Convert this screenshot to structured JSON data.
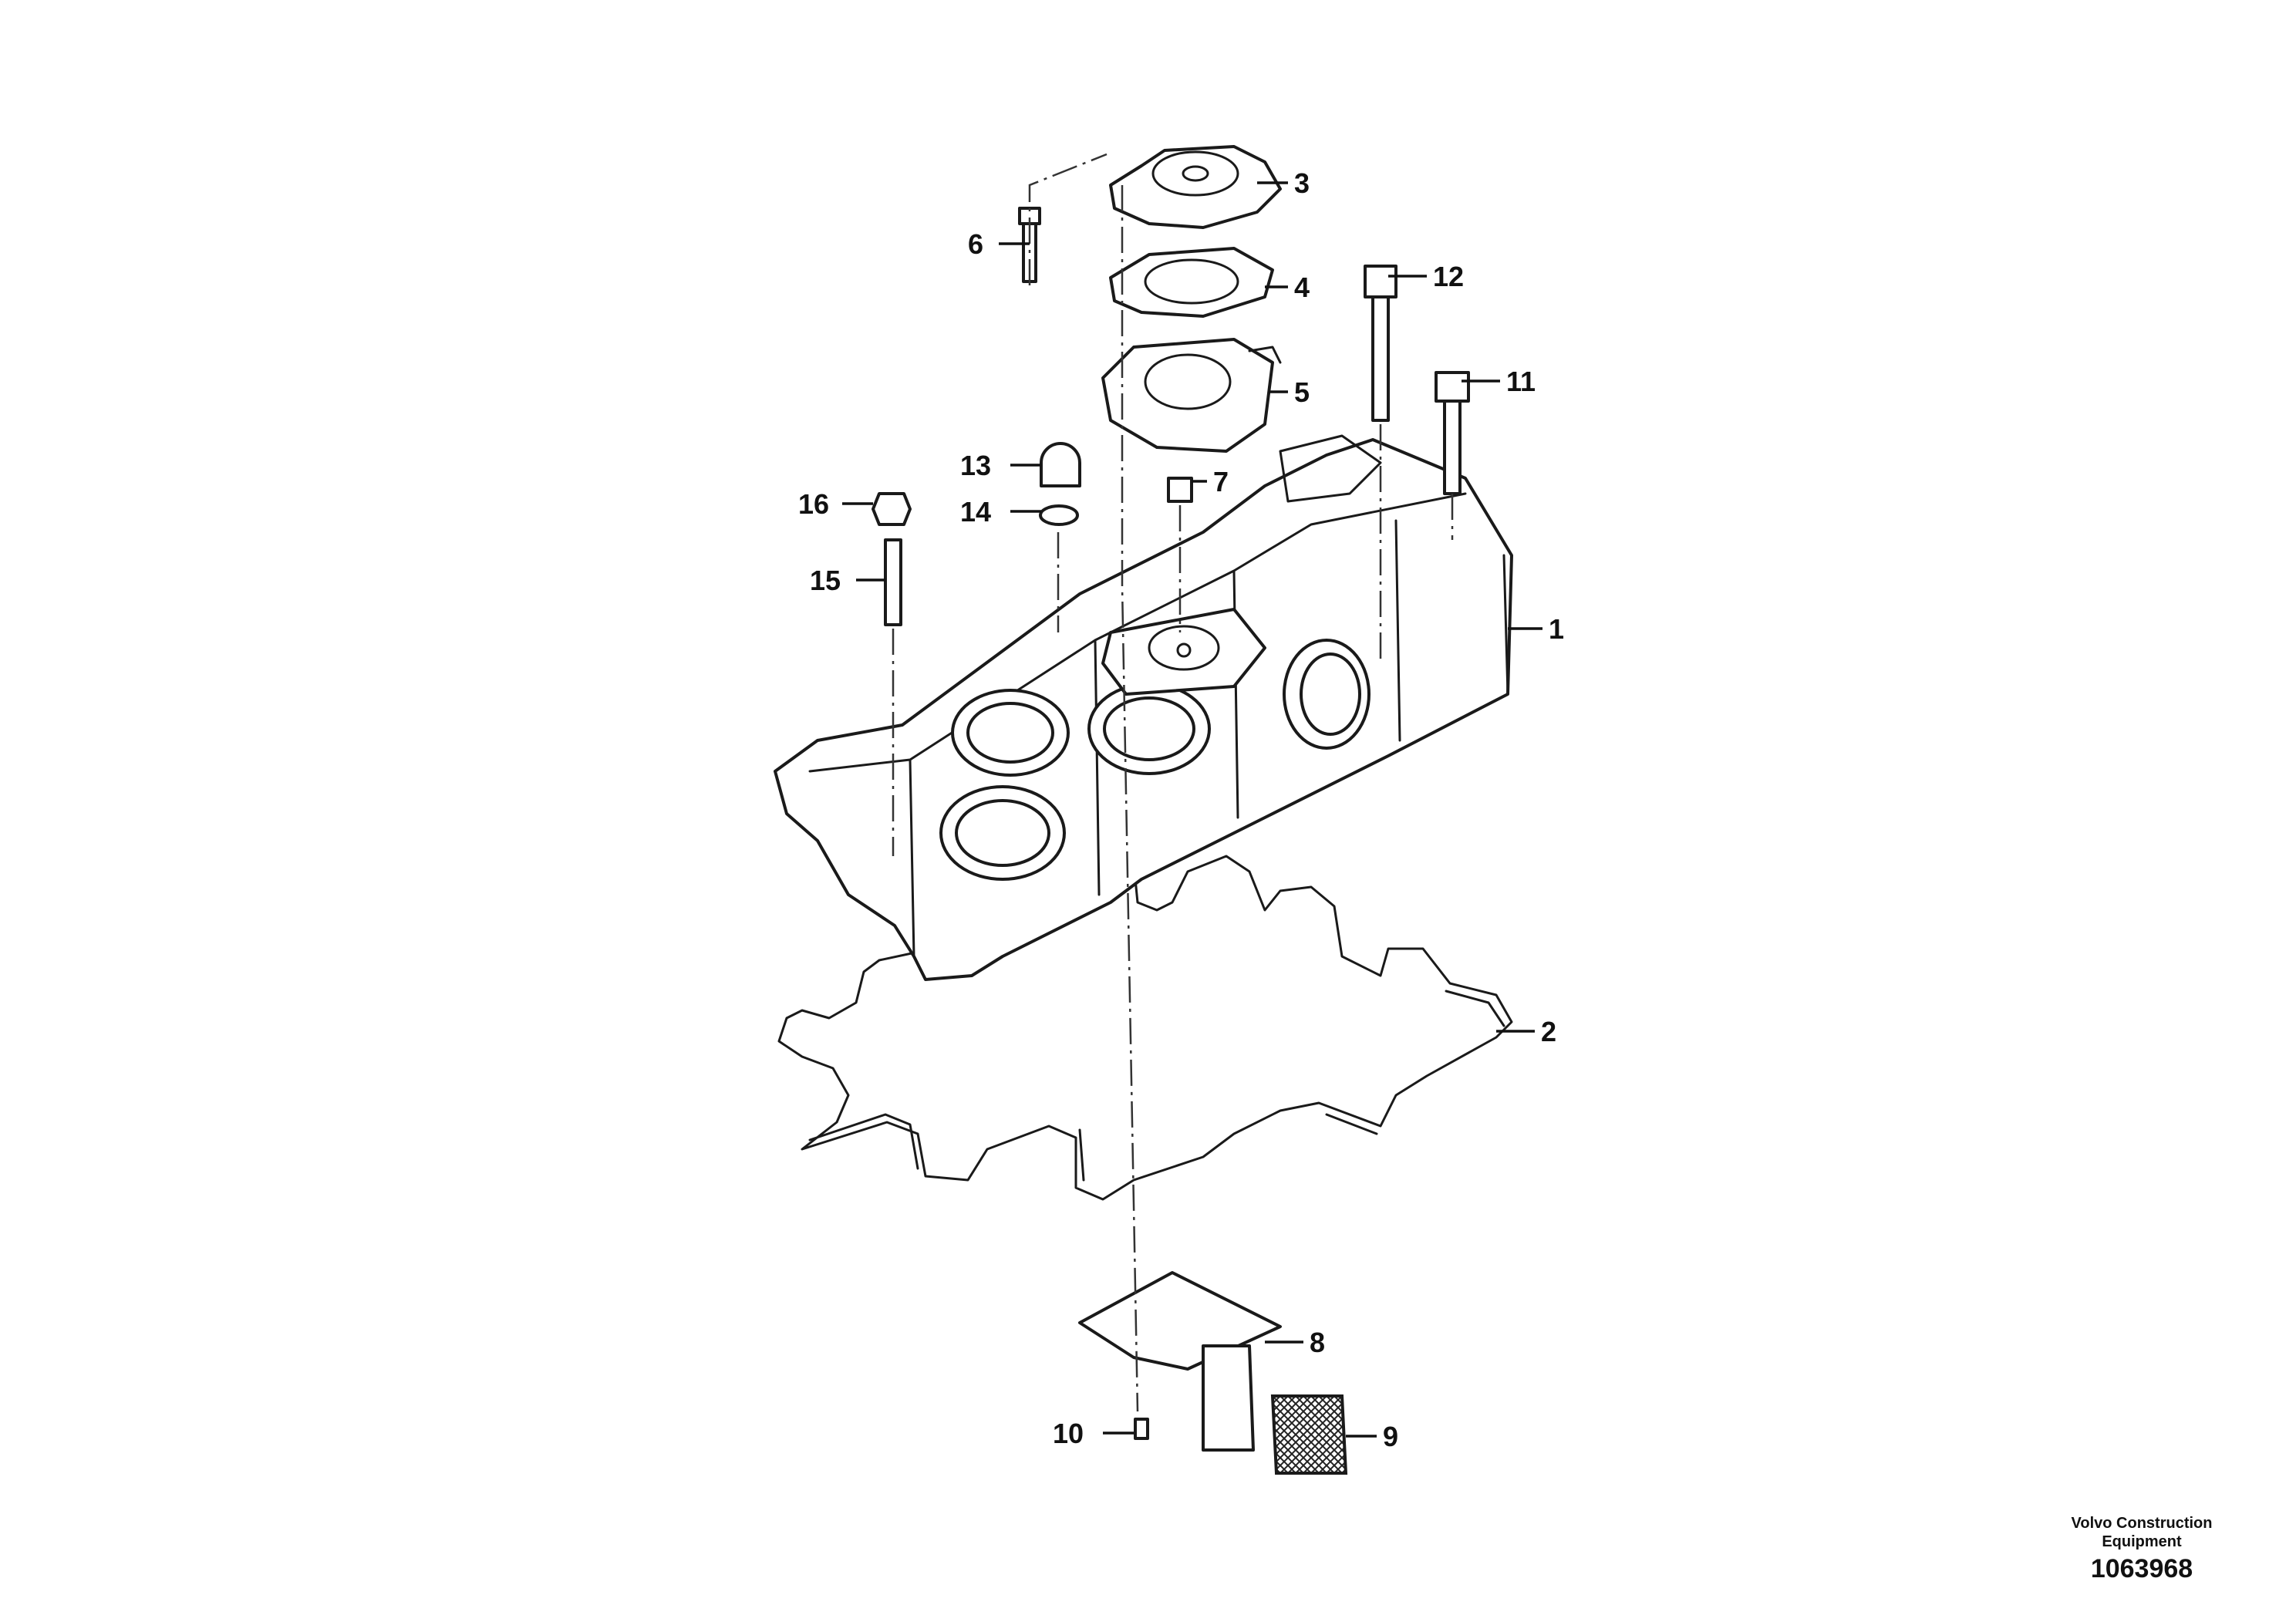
{
  "callouts": [
    {
      "id": "1",
      "label": "1"
    },
    {
      "id": "2",
      "label": "2"
    },
    {
      "id": "3",
      "label": "3"
    },
    {
      "id": "4",
      "label": "4"
    },
    {
      "id": "5",
      "label": "5"
    },
    {
      "id": "6",
      "label": "6"
    },
    {
      "id": "7",
      "label": "7"
    },
    {
      "id": "8",
      "label": "8"
    },
    {
      "id": "9",
      "label": "9"
    },
    {
      "id": "10",
      "label": "10"
    },
    {
      "id": "11",
      "label": "11"
    },
    {
      "id": "12",
      "label": "12"
    },
    {
      "id": "13",
      "label": "13"
    },
    {
      "id": "14",
      "label": "14"
    },
    {
      "id": "15",
      "label": "15"
    },
    {
      "id": "16",
      "label": "16"
    }
  ],
  "footer": {
    "manufacturer": "Volvo Construction Equipment",
    "drawing_number": "1063968"
  }
}
